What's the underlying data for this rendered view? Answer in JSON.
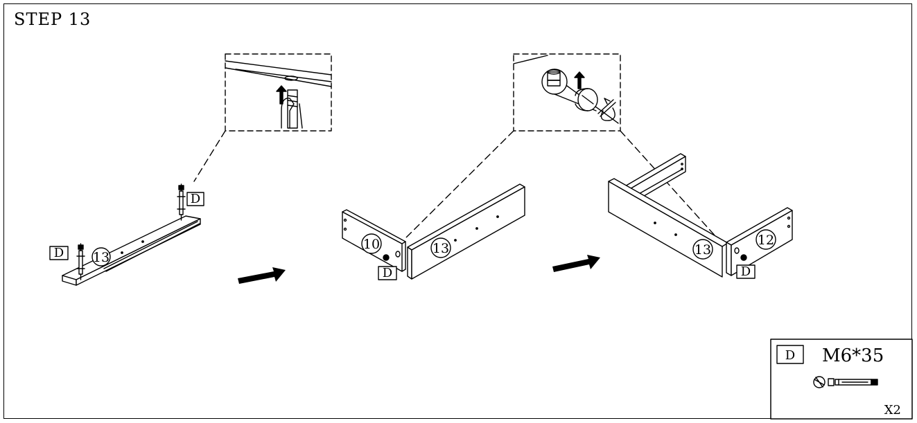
{
  "step": {
    "title": "STEP 13"
  },
  "callouts": {
    "part_13_left": "13",
    "part_10": "10",
    "part_13_mid": "13",
    "part_13_right": "13",
    "part_12": "12"
  },
  "hardware_tags": {
    "d_left_top": "D",
    "d_left_bottom": "D",
    "d_mid": "D",
    "d_right": "D"
  },
  "legend": {
    "code": "D",
    "spec": "M6*35",
    "quantity": "X2"
  }
}
